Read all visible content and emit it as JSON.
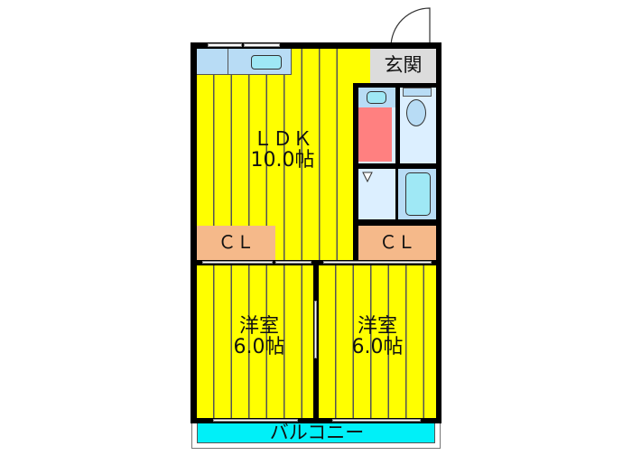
{
  "floor_plan": {
    "rooms": [
      {
        "id": "ldk",
        "name": "ＬＤＫ",
        "size": "10.0帖"
      },
      {
        "id": "bedroom-left",
        "name": "洋室",
        "size": "6.0帖"
      },
      {
        "id": "bedroom-right",
        "name": "洋室",
        "size": "6.0帖"
      },
      {
        "id": "closet-left",
        "name": "ＣＬ"
      },
      {
        "id": "closet-right",
        "name": "ＣＬ"
      },
      {
        "id": "entrance",
        "name": "玄関"
      },
      {
        "id": "balcony",
        "name": "バルコニー"
      }
    ],
    "colors": {
      "floor": "#ffff00",
      "closet": "#f5b98a",
      "entrance": "#dcdcdc",
      "wet_area": "#dcefff",
      "fixtures": "#9fe8f5",
      "washroom_mat": "#ff8080",
      "kitchen": "#b8dcf5",
      "balcony": "#00f0f8",
      "wall": "#000000"
    }
  }
}
